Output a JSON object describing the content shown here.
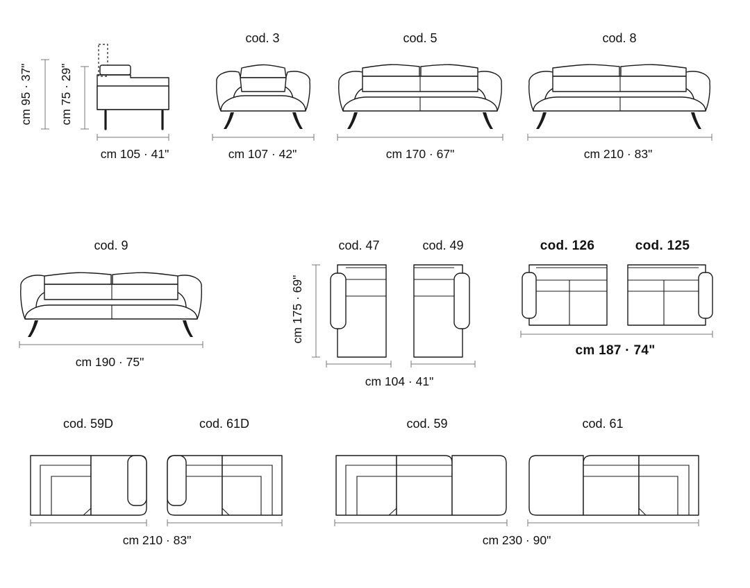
{
  "side_view": {
    "height_total": "cm 95 · 37\"",
    "height_seat_back": "cm 75 · 29\"",
    "depth": "cm 105 · 41\""
  },
  "row1": [
    {
      "code": "cod. 3",
      "width": "cm 107 · 42\""
    },
    {
      "code": "cod. 5",
      "width": "cm 170 · 67\""
    },
    {
      "code": "cod. 8",
      "width": "cm 210 · 83\""
    }
  ],
  "row2": {
    "cod9": {
      "code": "cod. 9",
      "width": "cm 190 · 75\""
    },
    "chaise": {
      "left_code": "cod. 47",
      "right_code": "cod. 49",
      "length": "cm 175 · 69\"",
      "width": "cm 104 · 41\""
    },
    "loveseat": {
      "left_code": "cod. 126",
      "right_code": "cod. 125",
      "width": "cm 187 · 74\""
    }
  },
  "row3": {
    "pair_small": {
      "left_code": "cod. 59D",
      "right_code": "cod. 61D",
      "width": "cm 210 · 83\""
    },
    "pair_large": {
      "left_code": "cod. 59",
      "right_code": "cod. 61",
      "width": "cm 230 · 90\""
    }
  }
}
